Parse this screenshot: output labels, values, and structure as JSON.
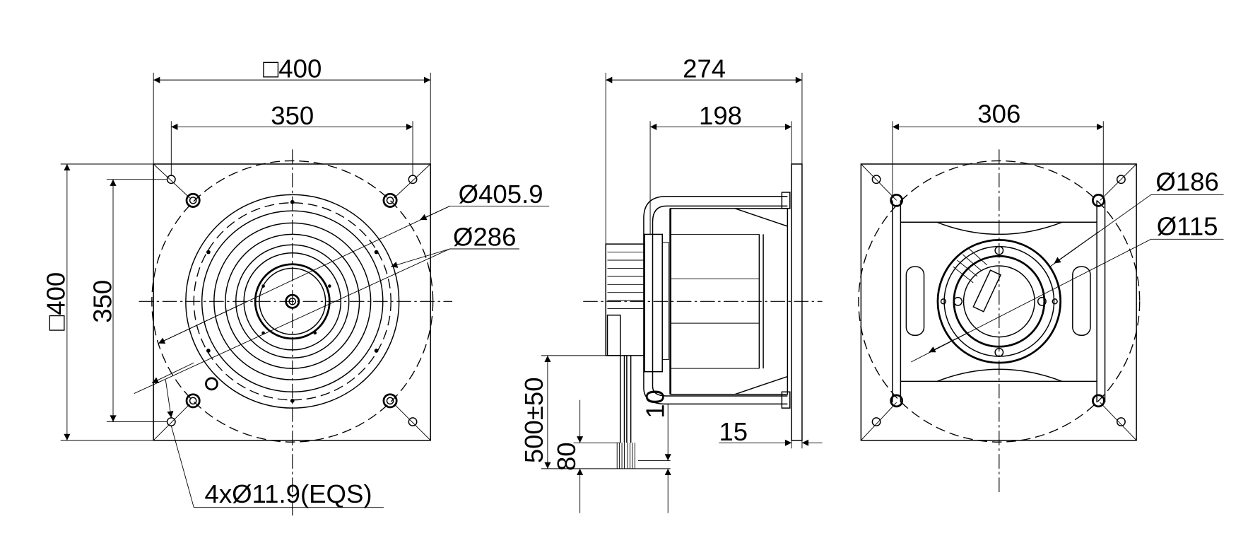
{
  "front_view": {
    "width_square": "□400",
    "hole_spacing_h": "350",
    "height_square": "□400",
    "hole_spacing_v": "350",
    "dia_outer": "Ø405.9",
    "dia_inner": "Ø286",
    "holes": "4xØ11.9(EQS)"
  },
  "side_view": {
    "total_depth": "274",
    "impeller_depth": "198",
    "cable_length": "500±50",
    "cable_strip": "80",
    "offset_10": "10",
    "flange_15": "15"
  },
  "rear_view": {
    "frame_width": "306",
    "dia_motor": "Ø186",
    "dia_hub": "Ø115"
  }
}
